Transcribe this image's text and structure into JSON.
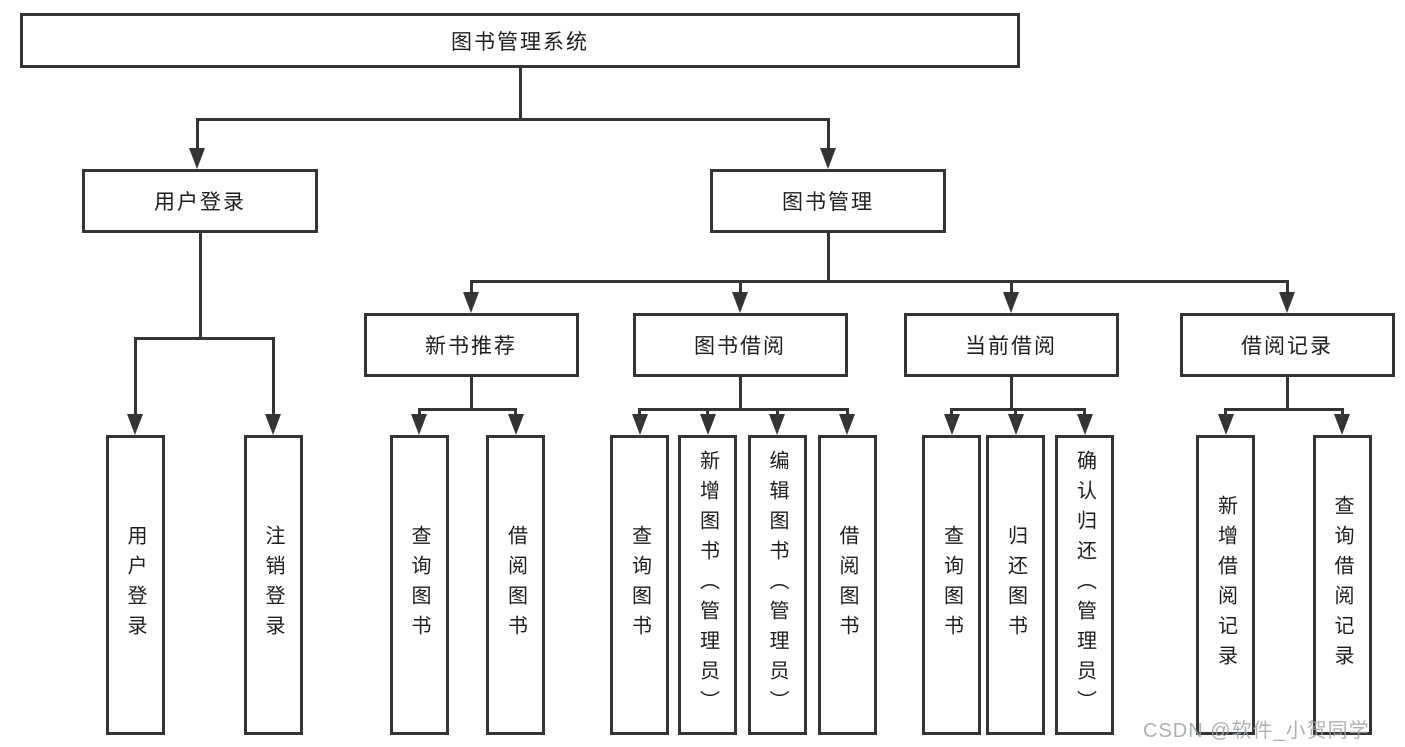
{
  "colors": {
    "line": "#343434",
    "box_border": "#343434",
    "text": "#1d1d1d",
    "background": "#ffffff",
    "watermark": "#9ea3a8"
  },
  "watermark": {
    "text": "CSDN @软件_小贺同学"
  },
  "diagram": {
    "type": "hierarchy-tree",
    "root": {
      "label": "图书管理系统"
    },
    "level2": [
      {
        "label": "用户登录",
        "parent": "图书管理系统"
      },
      {
        "label": "图书管理",
        "parent": "图书管理系统"
      }
    ],
    "level3": [
      {
        "label": "新书推荐",
        "parent": "图书管理"
      },
      {
        "label": "图书借阅",
        "parent": "图书管理"
      },
      {
        "label": "当前借阅",
        "parent": "图书管理"
      },
      {
        "label": "借阅记录",
        "parent": "图书管理"
      }
    ],
    "leaves": [
      {
        "label": "用户登录",
        "parent": "用户登录"
      },
      {
        "label": "注销登录",
        "parent": "用户登录"
      },
      {
        "label": "查询图书",
        "parent": "新书推荐"
      },
      {
        "label": "借阅图书",
        "parent": "新书推荐"
      },
      {
        "label": "查询图书",
        "parent": "图书借阅"
      },
      {
        "label": "新增图书（管理员）",
        "parent": "图书借阅"
      },
      {
        "label": "编辑图书（管理员）",
        "parent": "图书借阅"
      },
      {
        "label": "借阅图书",
        "parent": "图书借阅"
      },
      {
        "label": "查询图书",
        "parent": "当前借阅"
      },
      {
        "label": "归还图书",
        "parent": "当前借阅"
      },
      {
        "label": "确认归还（管理员）",
        "parent": "当前借阅"
      },
      {
        "label": "新增借阅记录",
        "parent": "借阅记录"
      },
      {
        "label": "查询借阅记录",
        "parent": "借阅记录"
      }
    ]
  }
}
